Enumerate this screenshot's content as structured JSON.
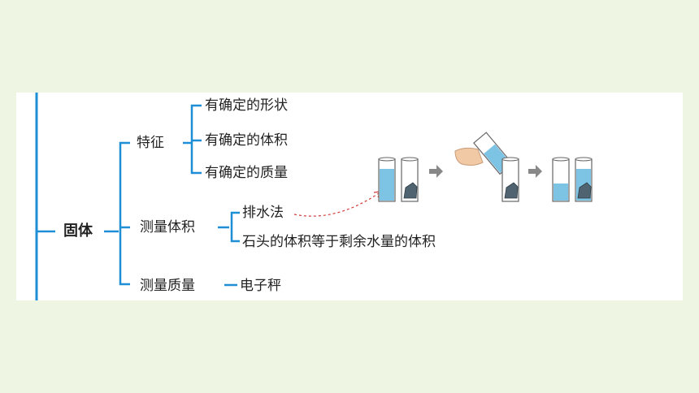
{
  "root": {
    "label": "固体"
  },
  "branches": [
    {
      "label": "特征",
      "children": [
        "有确定的形状",
        "有确定的体积",
        "有确定的质量"
      ]
    },
    {
      "label": "测量体积",
      "children": [
        "排水法",
        "石头的体积等于剩余水量的体积"
      ]
    },
    {
      "label": "测量质量",
      "children": [
        "电子秤"
      ]
    }
  ],
  "colors": {
    "background": "#eef6e3",
    "panel": "#ffffff",
    "bracket": "#1e8fd6",
    "arrow": "#888888",
    "dashed_connector": "#d23a3a",
    "water": "#7cc3e4",
    "rock": "#4f6370"
  },
  "illustration": {
    "steps": [
      "cup-with-water-and-empty-cup-with-rock",
      "pouring-water-onto-rock",
      "result-cups"
    ],
    "icons": [
      "right-arrow-icon",
      "hand-icon",
      "rock-icon",
      "cup-icon"
    ]
  }
}
